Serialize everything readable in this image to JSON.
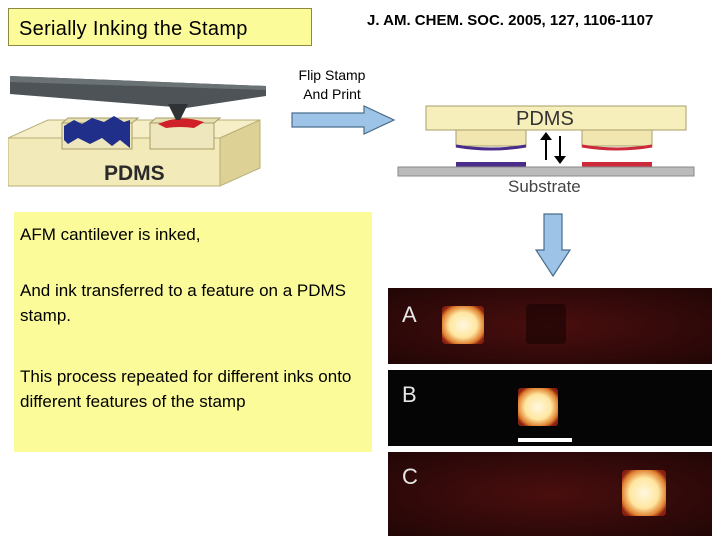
{
  "title": "Serially Inking the Stamp",
  "citation": {
    "journal": "J. AM. CHEM. SOC.",
    "year": "2005",
    "rest": ", 127, 1106-1107"
  },
  "flip_label": {
    "line1": "Flip Stamp",
    "line2": "And Print"
  },
  "left_figure": {
    "stamp_label": "PDMS"
  },
  "right_figure": {
    "stamp_label": "PDMS",
    "substrate_label": "Substrate"
  },
  "bullets": [
    "AFM cantilever is inked,",
    "And ink transferred to a feature on a PDMS stamp.",
    "This process repeated for different inks onto different features of the stamp"
  ],
  "panels": [
    "A",
    "B",
    "C"
  ],
  "colors": {
    "title_bg": "#fbfb99",
    "arrow_fill": "#9dc3e6",
    "ink_blue": "#1f2f8a",
    "ink_red": "#d0202a",
    "panel_bg": "#2a0808"
  }
}
